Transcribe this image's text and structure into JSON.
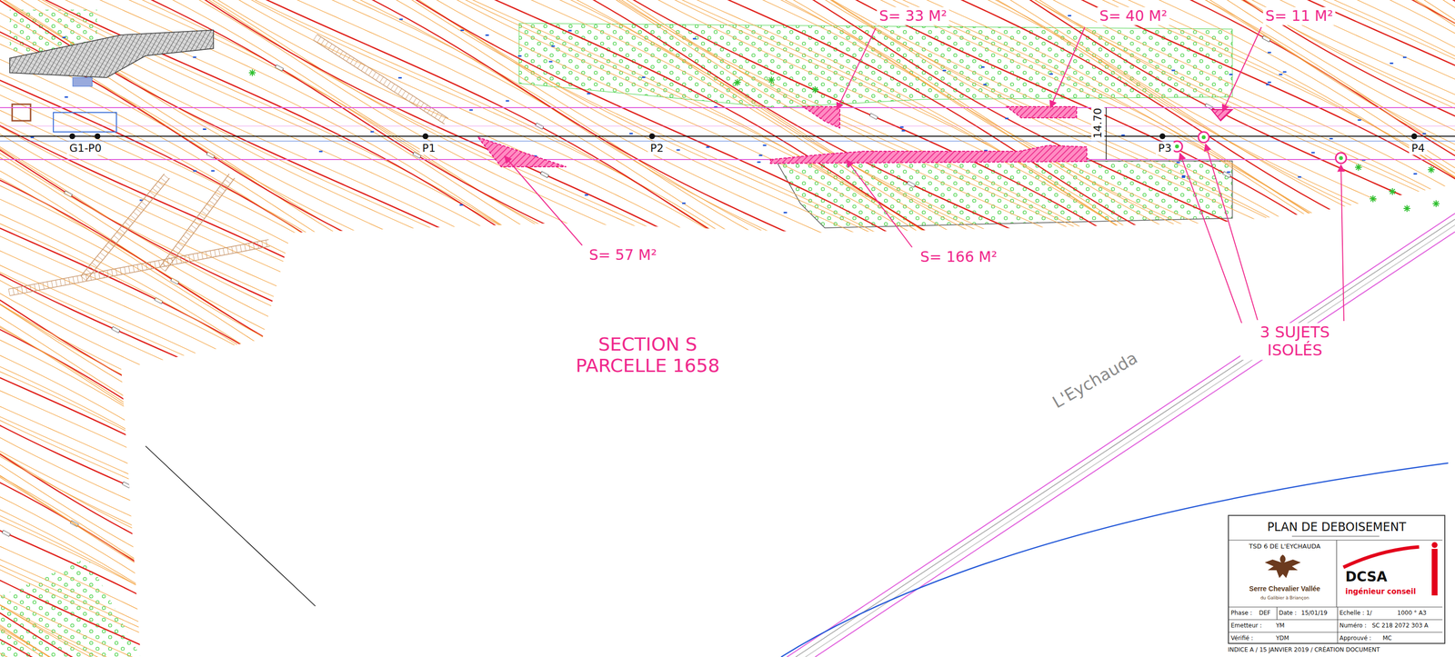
{
  "diagram": {
    "nodes": [
      {
        "text": [
          "PLAN DE DEBOISEMENT"
        ]
      },
      {
        "text": [
          "TSD 6 DE L'EYCHAUDA",
          "Serre Chevalier Vallée",
          "du Galibier à Briançon"
        ],
        "in": 0
      },
      {
        "text": [
          "DCSA",
          "ingénieur conseil"
        ],
        "in": 0
      }
    ],
    "labels": [
      "S= 33 M²",
      "S= 40 M²",
      "S= 11 M²",
      "S= 57 M²",
      "S= 166 M²",
      "3 SUJETS ISOLÉS",
      "SECTION S PARCELLE 1658",
      "L'Eychauda",
      "14.70",
      "G1-P0",
      "P1",
      "P2",
      "P3",
      "P4",
      "Phase :",
      "DEF",
      "Date :",
      "15/01/19",
      "Echelle : 1/",
      "1000 ° A3",
      "Emetteur :",
      "YM",
      "Numéro :",
      "SC 218 2072 303 A",
      "Vérifié :",
      "YDM",
      "Approuvé :",
      "MC",
      "INDICE A / 15 JANVIER 2019 / CRÉATION DOCUMENT"
    ]
  }
}
